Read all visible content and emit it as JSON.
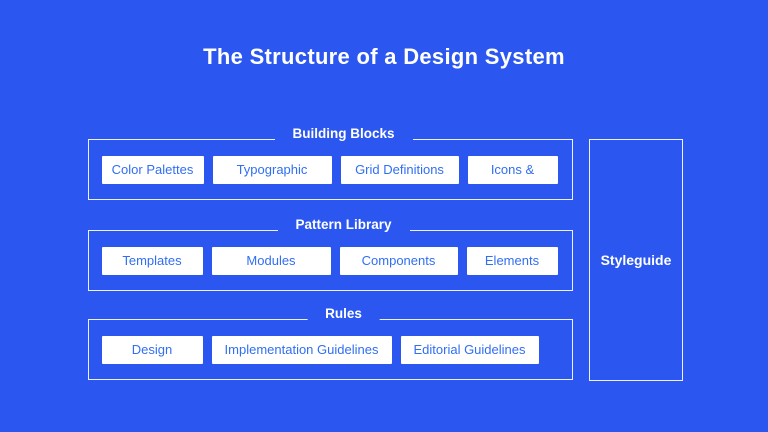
{
  "title": "The Structure of a Design System",
  "colors": {
    "background": "#2B57F0",
    "box_text": "#316EF2",
    "box_bg": "#FFFFFF",
    "line": "#EDF1FC",
    "title_color": "#FFFFFF"
  },
  "sections": [
    {
      "label": "Building Blocks",
      "items": [
        "Color Palettes",
        "Typographic",
        "Grid Definitions",
        "Icons &"
      ]
    },
    {
      "label": "Pattern Library",
      "items": [
        "Templates",
        "Modules",
        "Components",
        "Elements"
      ]
    },
    {
      "label": "Rules",
      "items": [
        "Design",
        "Implementation Guidelines",
        "Editorial Guidelines"
      ]
    }
  ],
  "styleguide_label": "Styleguide"
}
